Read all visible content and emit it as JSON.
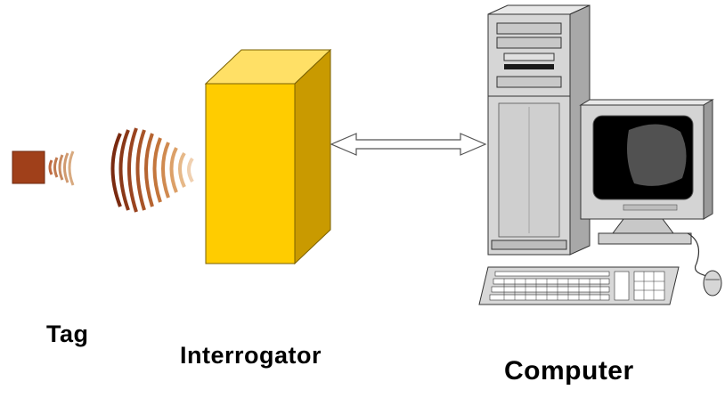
{
  "diagram": {
    "nodes": [
      {
        "id": "tag",
        "label": "Tag",
        "icon": "rfid-tag-icon"
      },
      {
        "id": "interrogator",
        "label": "Interrogator",
        "icon": "interrogator-box-icon"
      },
      {
        "id": "computer",
        "label": "Computer",
        "icon": "desktop-computer-icon"
      }
    ],
    "edges": [
      {
        "from": "tag",
        "to": "interrogator",
        "kind": "radio-waves"
      },
      {
        "from": "interrogator",
        "to": "computer",
        "kind": "bidirectional-arrow"
      }
    ],
    "colors": {
      "tag": "#a0401a",
      "interrogator_front": "#ffcc00",
      "interrogator_side": "#c99a00",
      "computer_body": "#d4d4d4",
      "screen": "#000000"
    }
  }
}
